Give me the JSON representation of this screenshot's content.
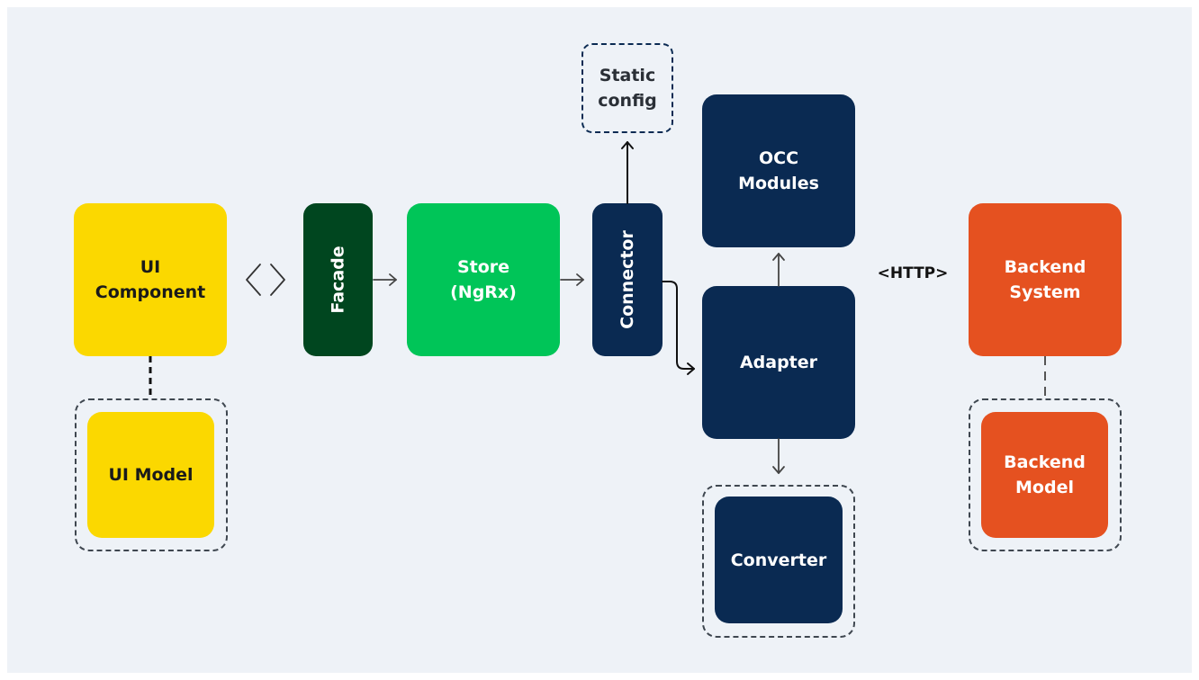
{
  "diagram": {
    "nodes": {
      "ui_component": "UI\nComponent",
      "ui_model": "UI Model",
      "facade": "Facade",
      "store": "Store\n(NgRx)",
      "connector": "Connector",
      "static_config": "Static\nconfig",
      "occ_modules": "OCC\nModules",
      "adapter": "Adapter",
      "converter": "Converter",
      "backend_system": "Backend\nSystem",
      "backend_model": "Backend\nModel"
    },
    "labels": {
      "http": "<HTTP>"
    },
    "colors": {
      "background": "#eef2f7",
      "ui_yellow": "#fbd800",
      "facade_dark_green": "#00461f",
      "store_green": "#00c558",
      "spartacus_navy": "#0a2a52",
      "backend_orange": "#e55120"
    },
    "icons": {
      "bidirectional": "code-brackets-icon"
    }
  }
}
